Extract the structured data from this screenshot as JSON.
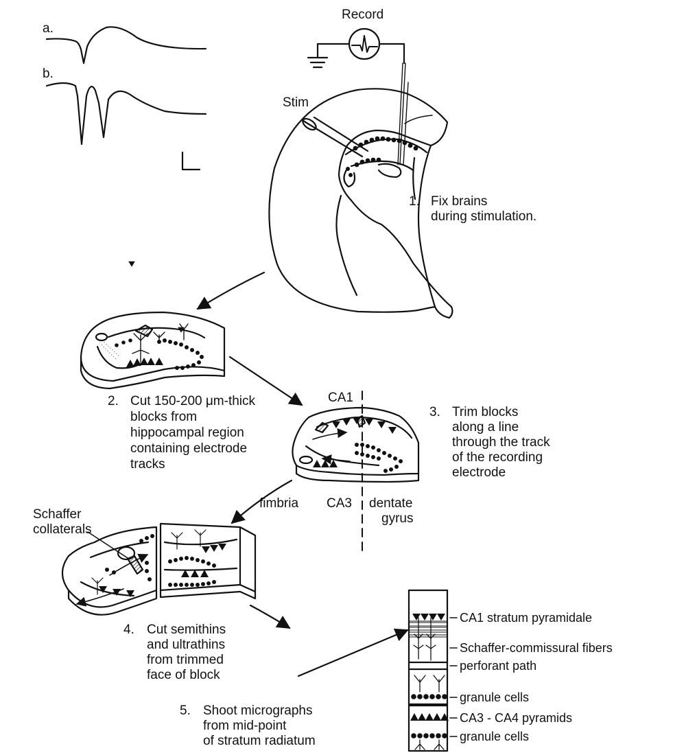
{
  "colors": {
    "ink": "#111111",
    "paper": "#ffffff"
  },
  "traces": {
    "a_label": "a.",
    "b_label": "b."
  },
  "labels": {
    "record": "Record",
    "stim": "Stim",
    "ca1": "CA1",
    "ca3": "CA3",
    "fimbria": "fimbria",
    "dentate": "dentate",
    "gyrus": "gyrus",
    "schaffer": "Schaffer",
    "collaterals": "collaterals"
  },
  "steps": [
    {
      "number": "1.",
      "lines": [
        "Fix brains",
        "during stimulation."
      ]
    },
    {
      "number": "2.",
      "lines": [
        "Cut 150-200 μm-thick",
        "blocks from",
        "hippocampal region",
        "containing electrode",
        "tracks"
      ]
    },
    {
      "number": "3.",
      "lines": [
        "Trim blocks",
        "along a line",
        "through the track",
        "of the recording",
        "electrode"
      ]
    },
    {
      "number": "4.",
      "lines": [
        "Cut semithins",
        "and ultrathins",
        "from trimmed",
        "face of block"
      ]
    },
    {
      "number": "5.",
      "lines": [
        "Shoot micrographs",
        "from mid-point",
        "of stratum radiatum"
      ]
    }
  ],
  "layers": [
    "CA1 stratum pyramidale",
    "Schaffer-commissural fibers",
    "perforant path",
    "granule cells",
    "CA3 - CA4 pyramids",
    "granule cells"
  ]
}
